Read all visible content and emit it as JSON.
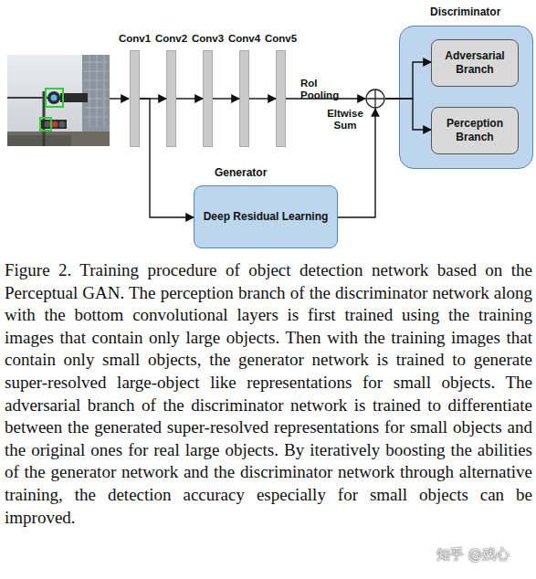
{
  "diagram": {
    "caption": "Figure 2. Training procedure of object detection network based on the Perceptual GAN. The perception branch of the discriminator network along with the bottom convolutional layers is first trained using the training images that contain only large objects. Then with the training images that contain only small objects, the generator network is trained to generate super-resolved large-object like representations for small objects. The adversarial branch of the discriminator network is trained to differentiate between the generated super-resolved representations for small objects and the original ones for real large objects. By iteratively boosting the abilities of the generator network and the discriminator network through alternative training, the detection accuracy especially for small objects can be improved.",
    "nodes": [
      {
        "text": [
          "Conv1"
        ]
      },
      {
        "text": [
          "Conv2"
        ]
      },
      {
        "text": [
          "Conv3"
        ]
      },
      {
        "text": [
          "Conv4"
        ]
      },
      {
        "text": [
          "Conv5"
        ]
      },
      {
        "text": [
          "Eltwise Sum"
        ]
      },
      {
        "text": [
          "Generator",
          "Deep Residual Learning"
        ]
      },
      {
        "text": [
          "Discriminator"
        ]
      },
      {
        "text": [
          "Adversarial Branch"
        ],
        "in": 7
      },
      {
        "text": [
          "Perception Branch"
        ],
        "in": 7
      }
    ],
    "edges": [
      {
        "from": 0,
        "to": 1,
        "arrow": "to"
      },
      {
        "from": 1,
        "to": 2,
        "arrow": "to"
      },
      {
        "from": 2,
        "to": 3,
        "arrow": "to"
      },
      {
        "from": 3,
        "to": 4,
        "arrow": "to"
      },
      {
        "from": 4,
        "to": 5,
        "label": "RoI Pooling",
        "arrow": "to"
      },
      {
        "from": 0,
        "to": 6,
        "arrow": "to"
      },
      {
        "from": 6,
        "to": 5,
        "arrow": "to"
      },
      {
        "from": 5,
        "to": 8,
        "arrow": "to"
      },
      {
        "from": 5,
        "to": 9,
        "arrow": "to"
      }
    ],
    "labels": [
      "知乎 @残心"
    ]
  }
}
